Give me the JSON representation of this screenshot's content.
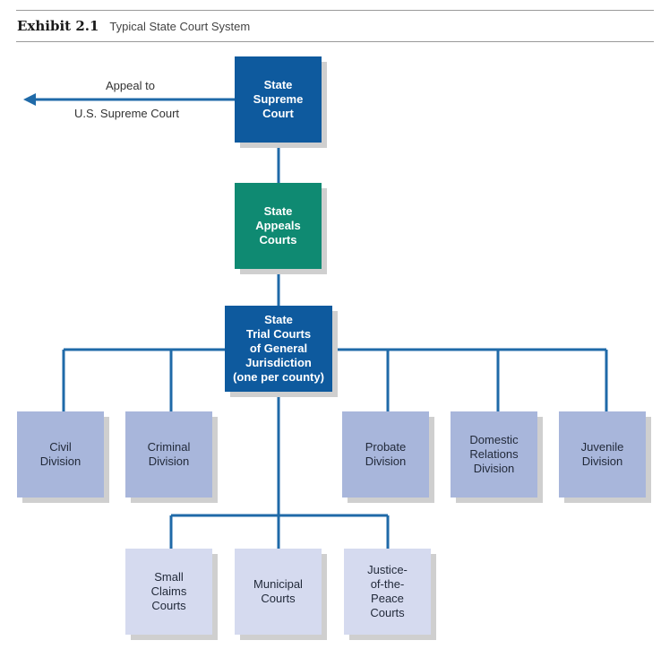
{
  "header": {
    "exhibit_number": "Exhibit 2.1",
    "caption": "Typical State Court System"
  },
  "appeal": {
    "line1": "Appeal to",
    "line2": "U.S. Supreme Court"
  },
  "boxes": {
    "supreme": "State\nSupreme\nCourt",
    "appeals": "State\nAppeals\nCourts",
    "trial": "State\nTrial Courts\nof General\nJurisdiction\n(one per county)",
    "civil": "Civil\nDivision",
    "criminal": "Criminal\nDivision",
    "probate": "Probate\nDivision",
    "domestic": "Domestic\nRelations\nDivision",
    "juvenile": "Juvenile\nDivision",
    "small_claims": "Small\nClaims\nCourts",
    "municipal": "Municipal\nCourts",
    "justice": "Justice-\nof-the-\nPeace\nCourts"
  },
  "colors": {
    "dark_blue": "#0e5a9e",
    "green": "#0f8a72",
    "division": "#a8b6db",
    "lower_court": "#d5daef",
    "connector": "#1f6aa8"
  }
}
